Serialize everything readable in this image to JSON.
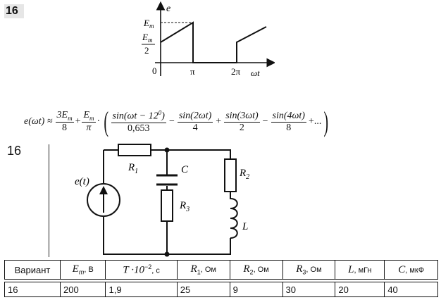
{
  "problem_number": "16",
  "graph": {
    "y_axis_label": "e",
    "x_axis_label": "ωt",
    "tick_em": "E",
    "tick_em_sub": "m",
    "tick_half_num": "E",
    "tick_half_sub": "m",
    "tick_half_den": "2",
    "origin": "0",
    "tick_pi": "π",
    "tick_2pi": "2π"
  },
  "formula": {
    "lhs": "e(ωt) ≈",
    "t0_num": "3E",
    "t0_num_sub": "m",
    "t0_den": "8",
    "plus1": "+",
    "t1_num": "E",
    "t1_num_sub": "m",
    "t1_den": "π",
    "dot": "·",
    "h1_num": "sin(ωt − 12",
    "h1_sup": "0",
    "h1_num_end": ")",
    "h1_den": "0,653",
    "minus1": "−",
    "h2_num": "sin(2ωt)",
    "h2_den": "4",
    "plus2": "+",
    "h3_num": "sin(3ωt)",
    "h3_den": "2",
    "minus2": "−",
    "h4_num": "sin(4ωt)",
    "h4_den": "8",
    "tail": "+..."
  },
  "circuit": {
    "source_label": "e(t)",
    "r1": "R",
    "r1_sub": "1",
    "c": "C",
    "r3": "R",
    "r3_sub": "3",
    "r2": "R",
    "r2_sub": "2",
    "l": "L"
  },
  "table": {
    "headers": [
      "Вариант",
      "E",
      "T ·10",
      "R",
      "R",
      "R",
      "L",
      "C"
    ],
    "header_subs": [
      "",
      "m",
      "",
      "1",
      "2",
      "3",
      "",
      ""
    ],
    "header_sups": [
      "",
      "",
      "−2",
      "",
      "",
      "",
      "",
      ""
    ],
    "header_units": [
      "",
      ", В",
      ", с",
      ", Ом",
      ", Ом",
      ", Ом",
      ", мГн",
      ", мкФ"
    ],
    "row": [
      "16",
      "200",
      "1,9",
      "25",
      "9",
      "30",
      "20",
      "40"
    ]
  }
}
